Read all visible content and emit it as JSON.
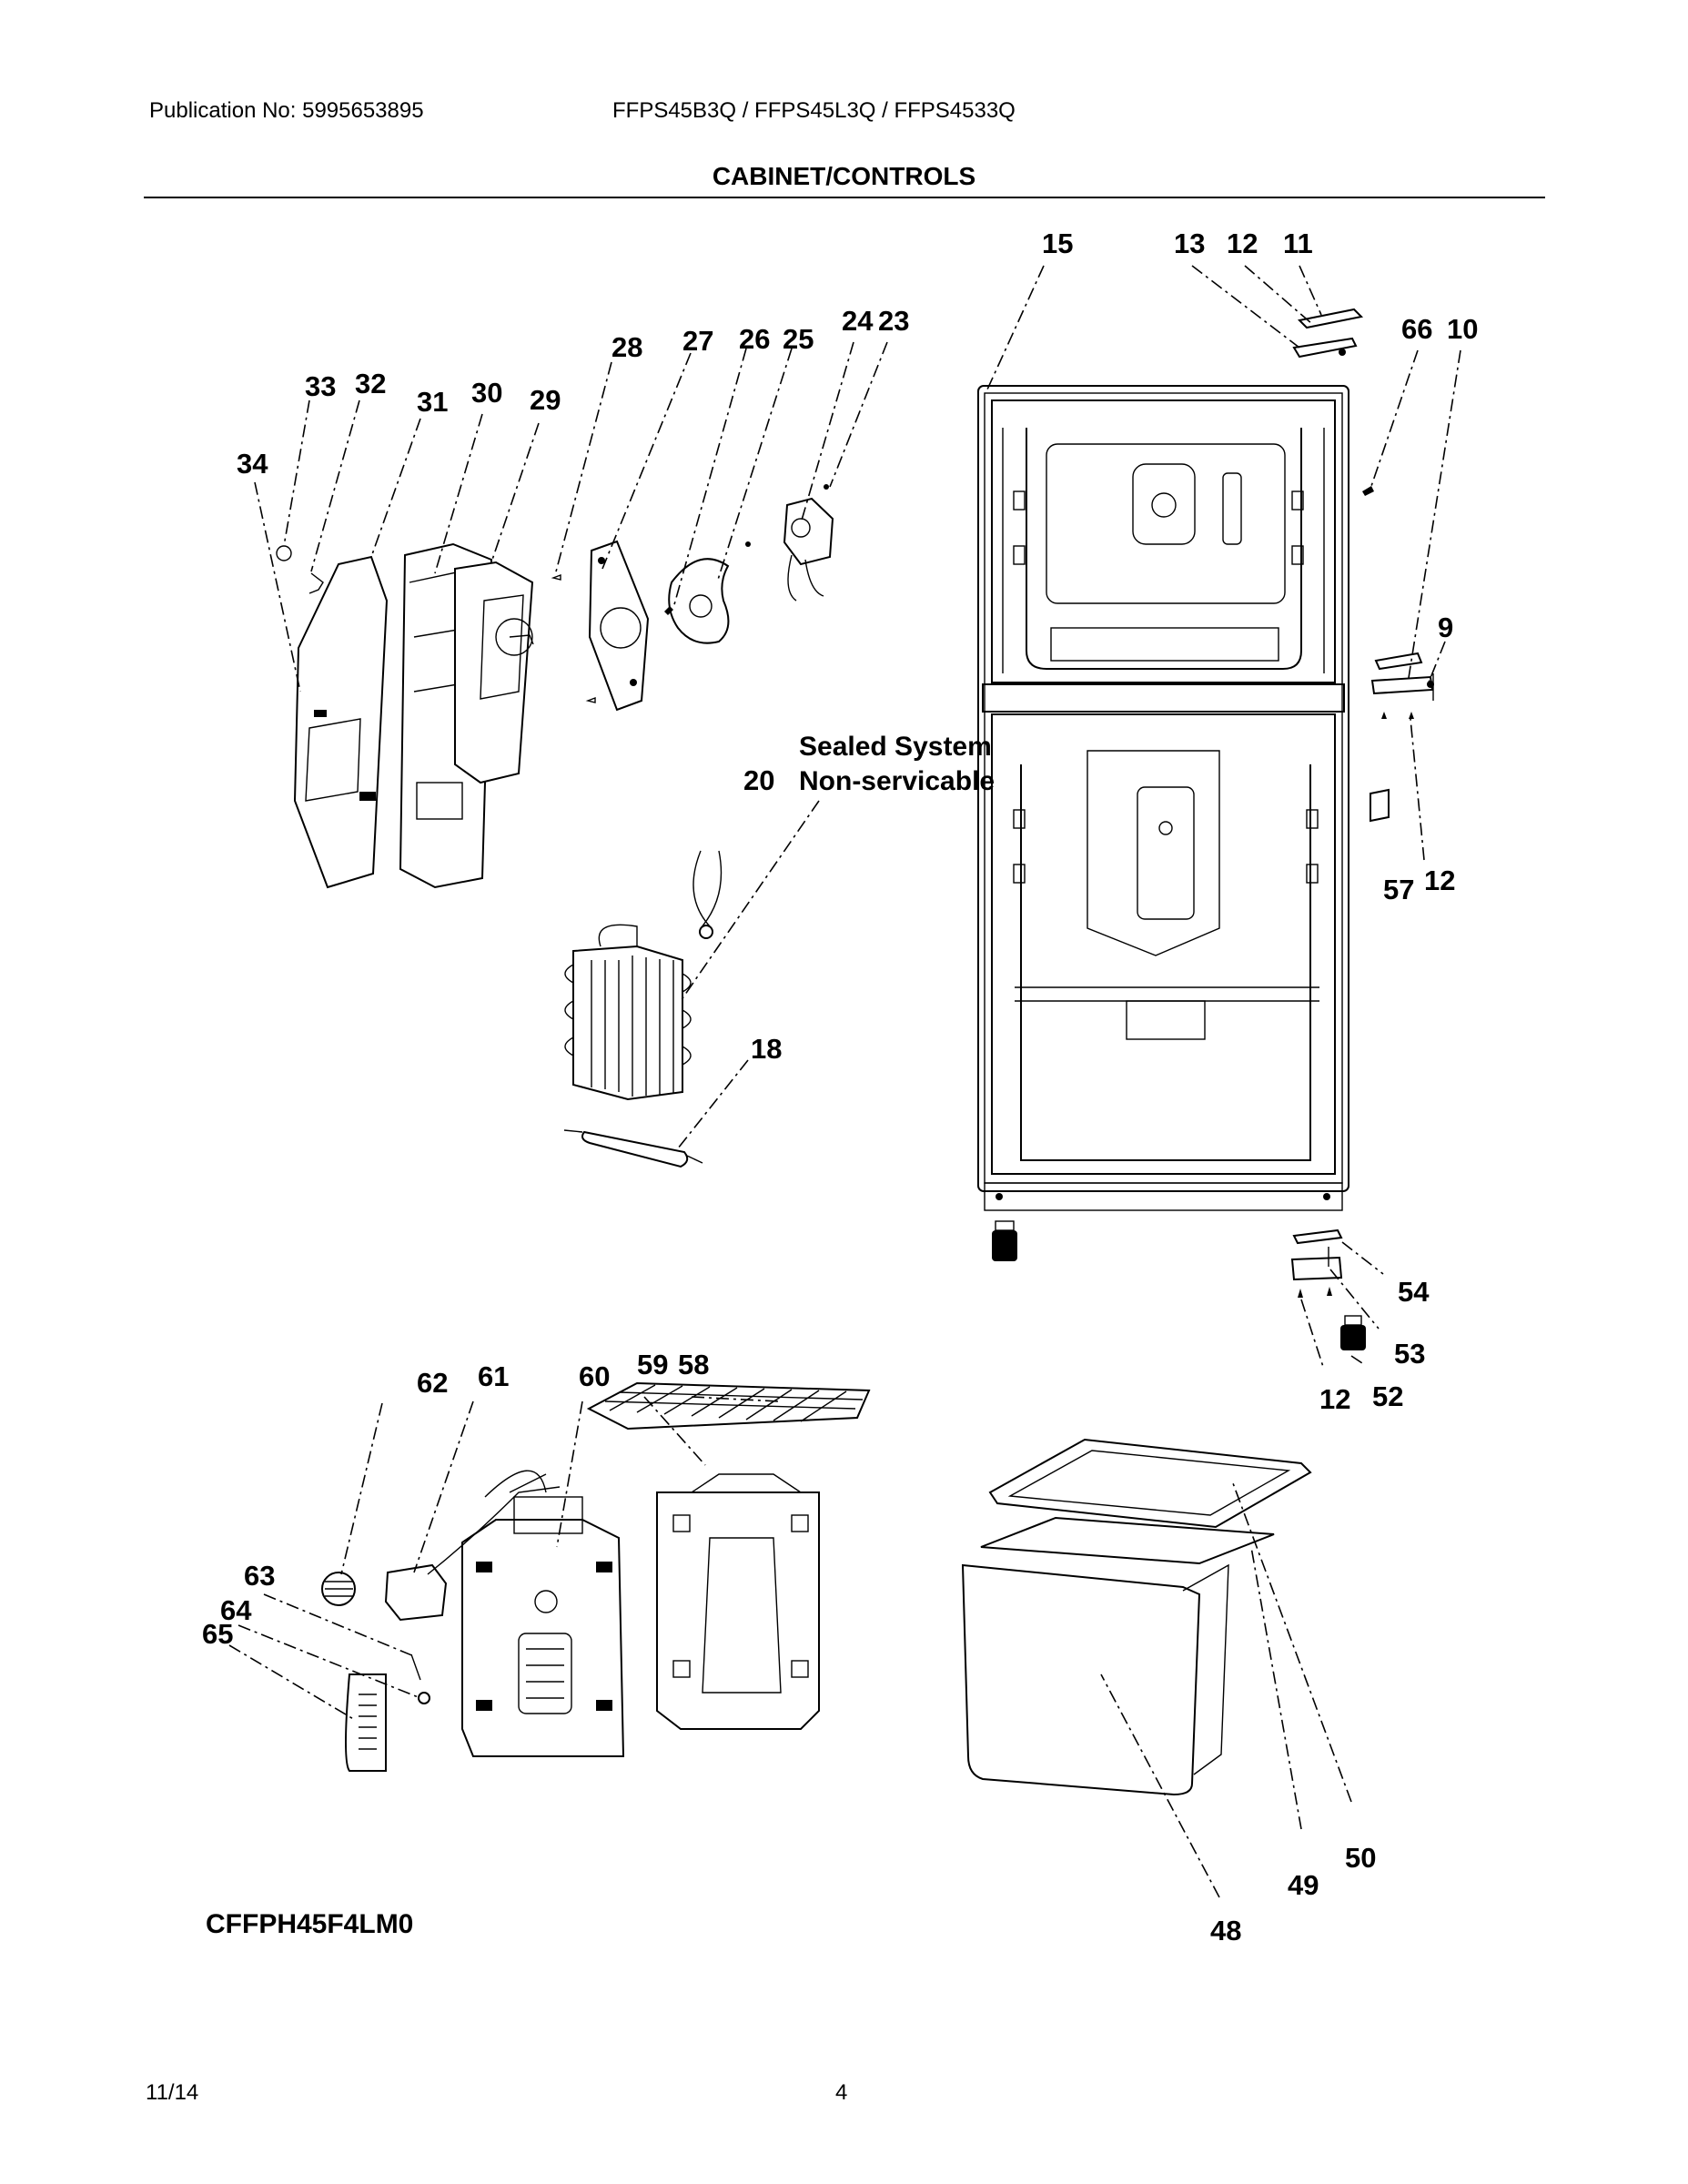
{
  "header": {
    "publication": "Publication No: 5995653895",
    "models": "FFPS45B3Q / FFPS45L3Q / FFPS4533Q",
    "section_title": "CABINET/CONTROLS"
  },
  "callouts": {
    "c15": "15",
    "c13": "13",
    "c12a": "12",
    "c11": "11",
    "c66": "66",
    "c10": "10",
    "c28": "28",
    "c27": "27",
    "c26": "26",
    "c25": "25",
    "c24": "24",
    "c23": "23",
    "c33": "33",
    "c32": "32",
    "c31": "31",
    "c30": "30",
    "c29": "29",
    "c34": "34",
    "c9": "9",
    "c20": "20",
    "c57": "57",
    "c12b": "12",
    "c18": "18",
    "c54": "54",
    "c53": "53",
    "c12c": "12",
    "c52": "52",
    "c62": "62",
    "c61": "61",
    "c60": "60",
    "c59": "59",
    "c58": "58",
    "c63": "63",
    "c64": "64",
    "c65": "65",
    "c50": "50",
    "c49": "49",
    "c48": "48"
  },
  "sealed_system": {
    "line1": "Sealed System",
    "line2": "Non-servicable"
  },
  "model_code": "CFFPH45F4LM0",
  "footer": {
    "date": "11/14",
    "page": "4"
  }
}
